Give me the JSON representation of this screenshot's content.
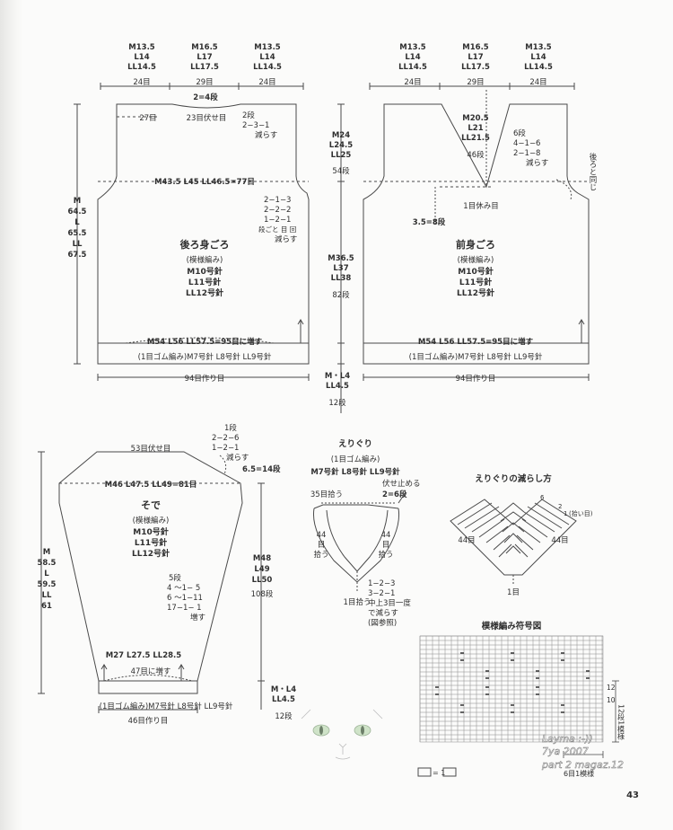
{
  "page_number": "43",
  "back": {
    "top_measures": [
      {
        "sizes": [
          "M13.5",
          "L14",
          "LL14.5"
        ],
        "count": "24目"
      },
      {
        "sizes": [
          "M16.5",
          "L17",
          "LL17.5"
        ],
        "count": "29目"
      },
      {
        "sizes": [
          "M13.5",
          "L14",
          "LL14.5"
        ],
        "count": "24目"
      }
    ],
    "neck_depth": "2=4段",
    "shoulder_left": "27目",
    "neck_bindoff": "23目伏せ目",
    "shoulder_shaping": [
      "2段",
      "2−3−1",
      "減らす"
    ],
    "armhole_height": [
      "M24",
      "L24.5",
      "LL25"
    ],
    "armhole_rows": "54段",
    "width_count": "M43.5  L45  LL46.5=77目",
    "armhole_shaping": [
      "2−1−3",
      "2−2−2",
      "1−2−1",
      "段ごと 目 回",
      "減らす"
    ],
    "title": "後ろ身ごろ",
    "pattern": "(模様編み)",
    "needles": [
      "M10号針",
      "L11号針",
      "LL12号針"
    ],
    "total_height": [
      "M",
      "64.5",
      "L",
      "65.5",
      "LL",
      "67.5"
    ],
    "body_height": [
      "M36.5",
      "L37",
      "LL38"
    ],
    "body_rows": "82段",
    "hem_increase": "M54  L56  LL57.5=95目に増す",
    "rib": "(1目ゴム編み)M7号針  L8号針  LL9号針",
    "cast_on": "94目作り目",
    "rib_height": [
      "M・L4",
      "LL4.5"
    ],
    "rib_rows": "12段"
  },
  "front": {
    "top_measures": [
      {
        "sizes": [
          "M13.5",
          "L14",
          "LL14.5"
        ],
        "count": "24目"
      },
      {
        "sizes": [
          "M16.5",
          "L17",
          "LL17.5"
        ],
        "count": "29目"
      },
      {
        "sizes": [
          "M13.5",
          "L14",
          "LL14.5"
        ],
        "count": "24目"
      }
    ],
    "neck_depth": [
      "M20.5",
      "L21",
      "LL21.5"
    ],
    "neck_rows": "46段",
    "neck_shaping": [
      "6段",
      "4−1−6",
      "2−1−8",
      "減らす"
    ],
    "armhole_note": "後ろと同じ",
    "center_hold": "1目休み目",
    "armhole_depth": "3.5=8段",
    "title": "前身ごろ",
    "pattern": "(模様編み)",
    "needles": [
      "M10号針",
      "L11号針",
      "LL12号針"
    ],
    "hem_increase": "M54  L56  LL57.5=95目に増す",
    "rib": "(1目ゴム編み)M7号針  L8号針  LL9号針",
    "cast_on": "94目作り目"
  },
  "sleeve": {
    "top_shaping": [
      "1段",
      "2−2−6",
      "1−2−1",
      "減らす"
    ],
    "top_bindoff": "53目伏せ目",
    "cap_height": "6.5=14段",
    "width_count": "M46  L47.5  LL49=81目",
    "title": "そで",
    "pattern": "(模様編み)",
    "needles": [
      "M10号針",
      "L11号針",
      "LL12号針"
    ],
    "total_height": [
      "M",
      "58.5",
      "L",
      "59.5",
      "LL",
      "61"
    ],
    "increase": [
      "5段",
      "4 〜1− 5",
      "6 〜1−11",
      "17−1− 1",
      "増す"
    ],
    "body_height": [
      "M48",
      "L49",
      "LL50"
    ],
    "body_rows": "108段",
    "cuff_width": "M27  L27.5  LL28.5",
    "cuff_increase": "47目に増す",
    "rib": "(1目ゴム編み)M7号針  L8号針  LL9号針",
    "cast_on": "46目作り目",
    "rib_height": [
      "M・L4",
      "LL4.5"
    ],
    "rib_rows": "12段"
  },
  "neckband": {
    "title": "えりぐり",
    "rib": "(1目ゴム編み)",
    "needles": "M7号針  L8号針  LL9号針",
    "pickup_back": "35目拾う",
    "bindoff": [
      "伏せ止める",
      "2=6段"
    ],
    "left_pickup": [
      "44",
      "目",
      "拾う"
    ],
    "right_pickup": [
      "44",
      "目",
      "拾う"
    ],
    "center_pickup": "1目拾う",
    "decrease": [
      "1−2−3",
      "3−2−1",
      "中上3目一度",
      "で減らす",
      "(図参照)"
    ]
  },
  "decrease_chart": {
    "title": "えりぐりの減らし方",
    "left": "44目",
    "right": "44目",
    "center": "1目",
    "row6": "6",
    "row2": "2",
    "row1": "1",
    "start": "(拾い目)"
  },
  "pattern_chart": {
    "title": "模様編み符号図",
    "row12": "12",
    "row10": "10",
    "rows_label": "12段1模様",
    "stitch_label": "6目1模様",
    "legend": "= 1"
  },
  "watermark": [
    "Layma :-))",
    "7ya 2007",
    "part 2 magaz.12"
  ]
}
